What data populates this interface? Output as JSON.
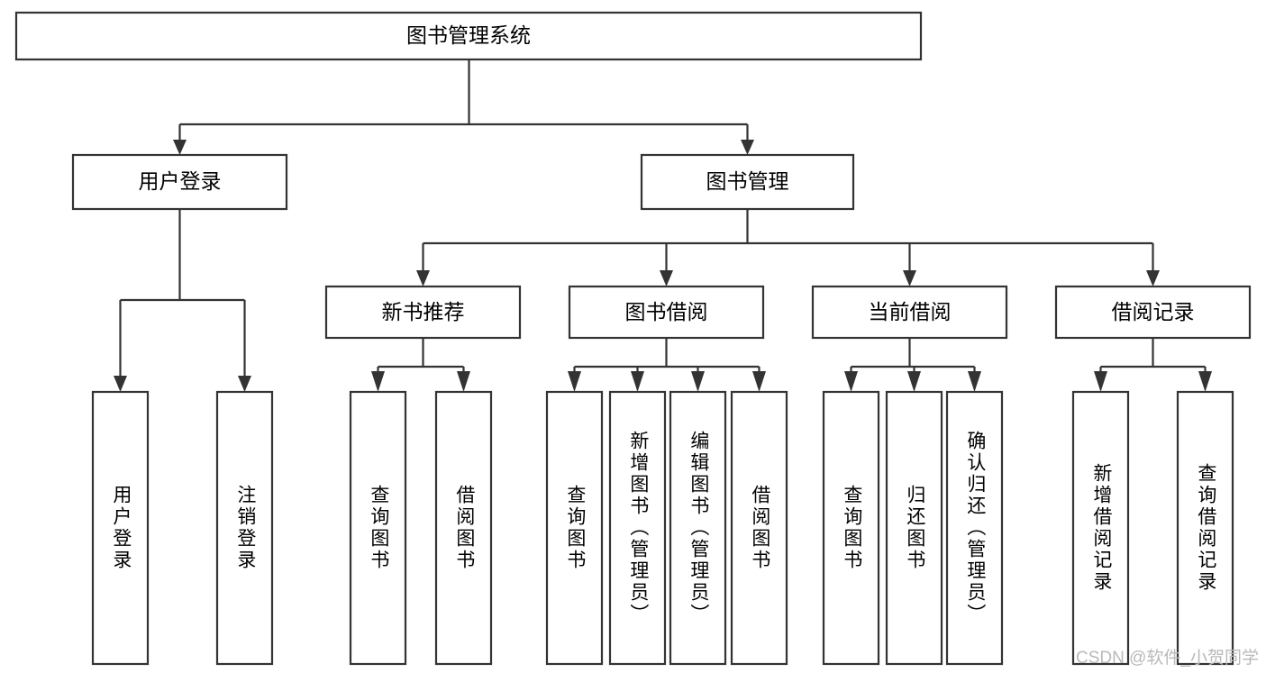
{
  "diagram": {
    "type": "hierarchy-tree",
    "title": "图书管理系统",
    "watermark": "CSDN @软件_小贺同学",
    "colors": {
      "box_stroke": "#333333",
      "box_fill": "#ffffff",
      "connector": "#333333",
      "text": "#000000",
      "watermark": "#b9b9b9",
      "background": "#ffffff"
    },
    "nodes": {
      "root": {
        "label": "图书管理系统",
        "orientation": "horizontal"
      },
      "l2_user_login": {
        "label": "用户登录",
        "orientation": "horizontal"
      },
      "l2_book_manage": {
        "label": "图书管理",
        "orientation": "horizontal"
      },
      "l3_new_book_rec": {
        "label": "新书推荐",
        "orientation": "horizontal"
      },
      "l3_book_borrow": {
        "label": "图书借阅",
        "orientation": "horizontal"
      },
      "l3_current_borrow": {
        "label": "当前借阅",
        "orientation": "horizontal"
      },
      "l3_borrow_record": {
        "label": "借阅记录",
        "orientation": "horizontal"
      },
      "leaf_user_login": {
        "label": "用户登录",
        "orientation": "vertical"
      },
      "leaf_logout": {
        "label": "注销登录",
        "orientation": "vertical"
      },
      "leaf_query_book_1": {
        "label": "查询图书",
        "orientation": "vertical"
      },
      "leaf_borrow_book_1": {
        "label": "借阅图书",
        "orientation": "vertical"
      },
      "leaf_query_book_2": {
        "label": "查询图书",
        "orientation": "vertical"
      },
      "leaf_add_book": {
        "label": "新增图书（管理员）",
        "orientation": "vertical"
      },
      "leaf_edit_book": {
        "label": "编辑图书（管理员）",
        "orientation": "vertical"
      },
      "leaf_borrow_book_2": {
        "label": "借阅图书",
        "orientation": "vertical"
      },
      "leaf_query_book_3": {
        "label": "查询图书",
        "orientation": "vertical"
      },
      "leaf_return_book": {
        "label": "归还图书",
        "orientation": "vertical"
      },
      "leaf_confirm_return": {
        "label": "确认归还（管理员）",
        "orientation": "vertical"
      },
      "leaf_add_record": {
        "label": "新增借阅记录",
        "orientation": "vertical"
      },
      "leaf_query_record": {
        "label": "查询借阅记录",
        "orientation": "vertical"
      }
    },
    "edges": [
      {
        "from": "root",
        "to": "l2_user_login"
      },
      {
        "from": "root",
        "to": "l2_book_manage"
      },
      {
        "from": "l2_user_login",
        "to": "leaf_user_login"
      },
      {
        "from": "l2_user_login",
        "to": "leaf_logout"
      },
      {
        "from": "l2_book_manage",
        "to": "l3_new_book_rec"
      },
      {
        "from": "l2_book_manage",
        "to": "l3_book_borrow"
      },
      {
        "from": "l2_book_manage",
        "to": "l3_current_borrow"
      },
      {
        "from": "l2_book_manage",
        "to": "l3_borrow_record"
      },
      {
        "from": "l3_new_book_rec",
        "to": "leaf_query_book_1"
      },
      {
        "from": "l3_new_book_rec",
        "to": "leaf_borrow_book_1"
      },
      {
        "from": "l3_book_borrow",
        "to": "leaf_query_book_2"
      },
      {
        "from": "l3_book_borrow",
        "to": "leaf_add_book"
      },
      {
        "from": "l3_book_borrow",
        "to": "leaf_edit_book"
      },
      {
        "from": "l3_book_borrow",
        "to": "leaf_borrow_book_2"
      },
      {
        "from": "l3_current_borrow",
        "to": "leaf_query_book_3"
      },
      {
        "from": "l3_current_borrow",
        "to": "leaf_return_book"
      },
      {
        "from": "l3_current_borrow",
        "to": "leaf_confirm_return"
      },
      {
        "from": "l3_borrow_record",
        "to": "leaf_add_record"
      },
      {
        "from": "l3_borrow_record",
        "to": "leaf_query_record"
      }
    ]
  }
}
